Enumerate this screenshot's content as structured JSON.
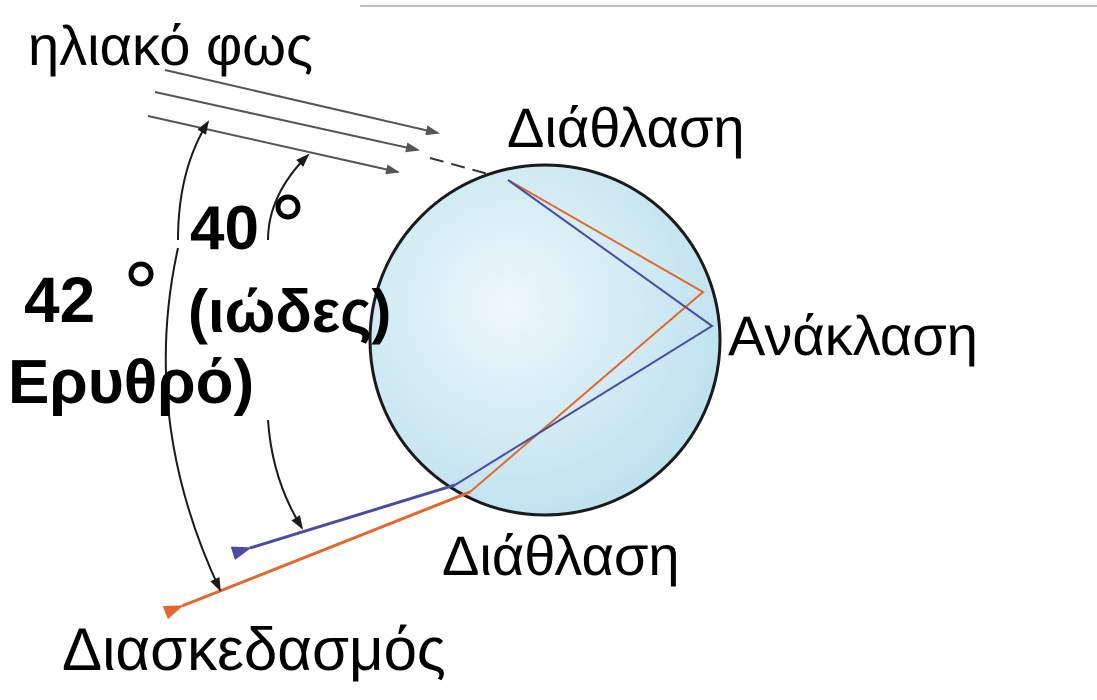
{
  "labels": {
    "sunlight": "ηλιακό φως",
    "refraction_top": "Διάθλαση",
    "reflection": "Ανάκλαση",
    "refraction_bottom": "Διάθλαση",
    "dispersion": "Διασκεδασμός",
    "angle_violet": "40",
    "angle_violet_name": "(ιώδες)",
    "angle_red": "42",
    "angle_red_name": "Ερυθρό)"
  },
  "colors": {
    "droplet_fill_center": "#eef8fc",
    "droplet_fill_edge": "#b9dfed",
    "droplet_stroke": "#1a1a1a",
    "red_ray": "#e06a2c",
    "violet_ray": "#4b4ba6",
    "sun_ray": "#555555",
    "top_rule": "#9fa6d6"
  }
}
